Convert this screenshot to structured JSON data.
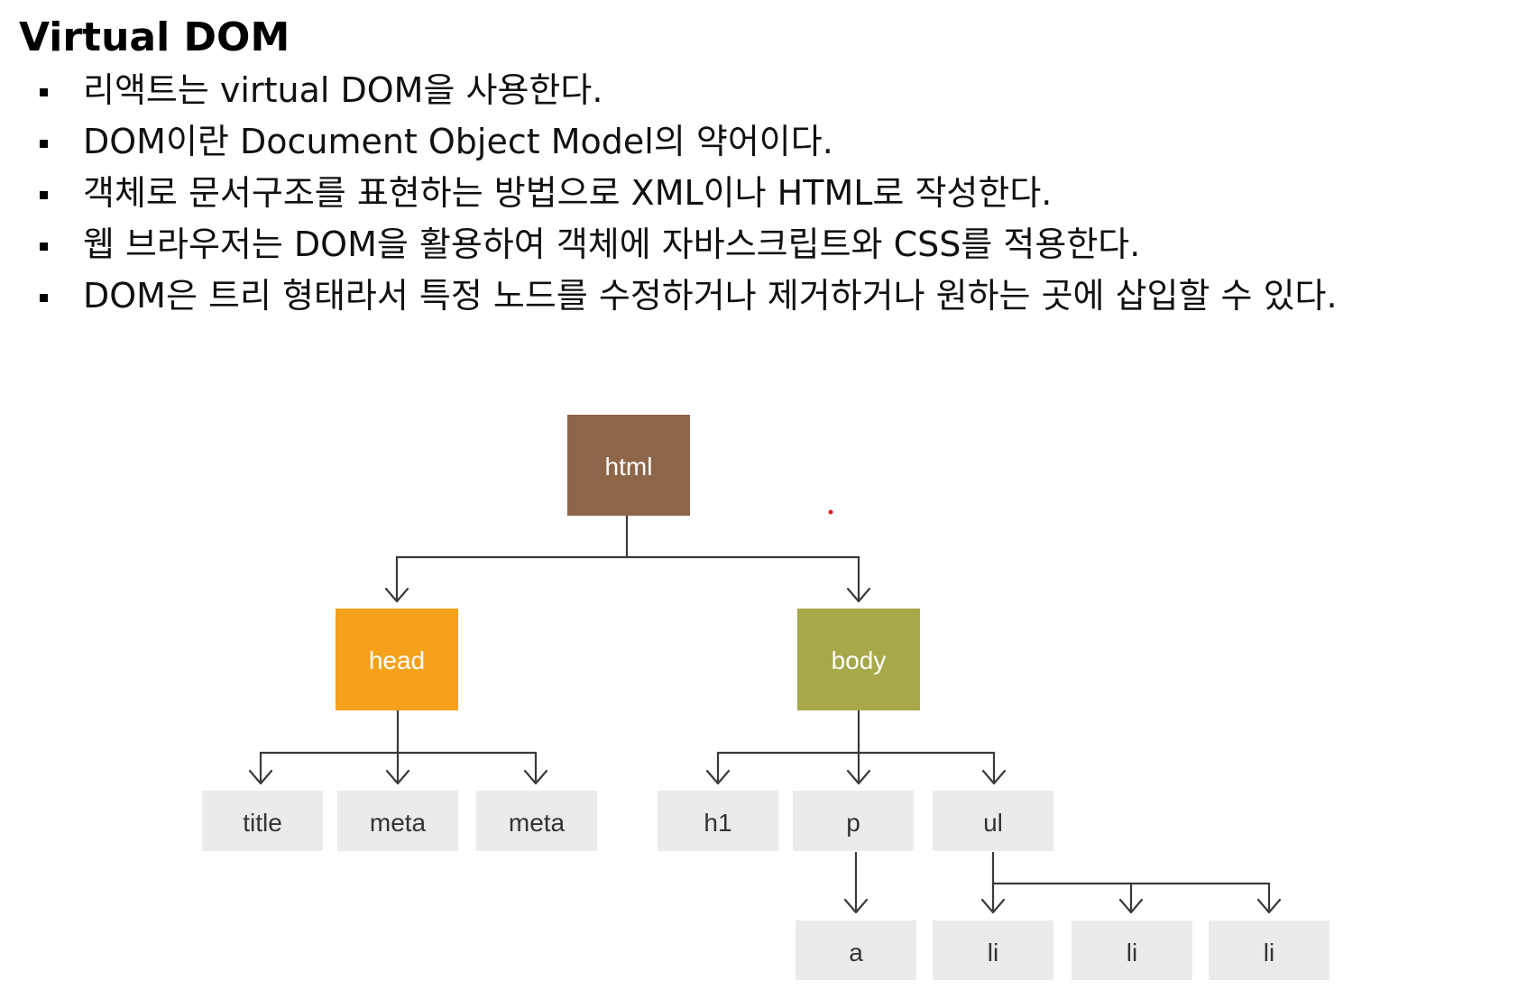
{
  "title": "Virtual DOM",
  "bullets": [
    "리액트는 virtual DOM을 사용한다.",
    "DOM이란 Document Object Model의 약어이다.",
    "객체로 문서구조를 표현하는 방법으로 XML이나 HTML로 작성한다.",
    "웹 브라우저는 DOM을 활용하여 객체에 자바스크립트와 CSS를 적용한다.",
    "DOM은 트리 형태라서 특정 노드를 수정하거나 제거하거나 원하는 곳에 삽입할 수 있다."
  ],
  "tree": {
    "root": {
      "label": "html",
      "color": "#8d6549"
    },
    "head": {
      "label": "head",
      "color": "#f5a11c"
    },
    "body": {
      "label": "body",
      "color": "#a6a84a"
    },
    "leaf_color": "#ebebeb",
    "head_children": [
      "title",
      "meta",
      "meta"
    ],
    "body_children": [
      "h1",
      "p",
      "ul"
    ],
    "p_children": [
      "a"
    ],
    "ul_children": [
      "li",
      "li",
      "li"
    ]
  }
}
